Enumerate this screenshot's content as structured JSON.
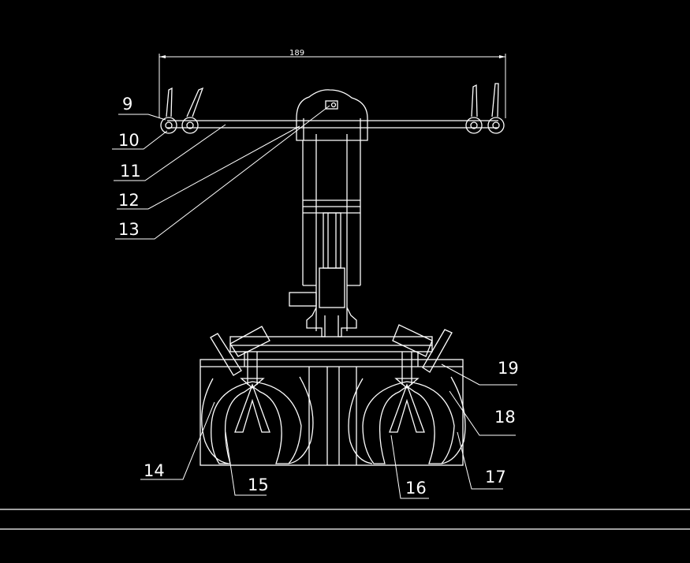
{
  "drawing": {
    "dimension": "189",
    "callouts": [
      {
        "id": "c9",
        "text": "9"
      },
      {
        "id": "c10",
        "text": "10"
      },
      {
        "id": "c11",
        "text": "11"
      },
      {
        "id": "c12",
        "text": "12"
      },
      {
        "id": "c13",
        "text": "13"
      },
      {
        "id": "c14",
        "text": "14"
      },
      {
        "id": "c15",
        "text": "15"
      },
      {
        "id": "c16",
        "text": "16"
      },
      {
        "id": "c17",
        "text": "17"
      },
      {
        "id": "c18",
        "text": "18"
      },
      {
        "id": "c19",
        "text": "19"
      }
    ],
    "colors": {
      "background": "#000000",
      "lines": "#ffffff"
    }
  }
}
